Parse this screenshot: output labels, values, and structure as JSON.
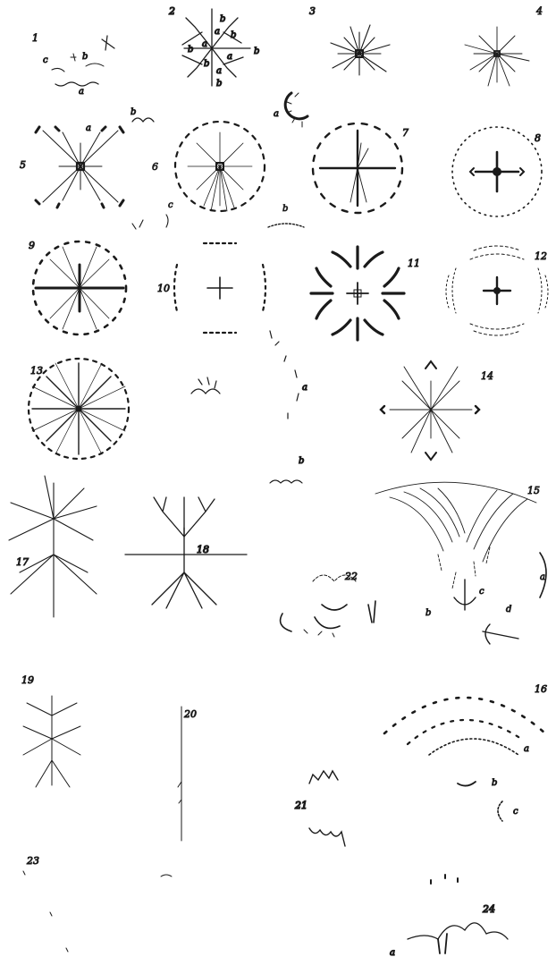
{
  "plate": {
    "ink": "#1a1a1a",
    "figures": [
      {
        "key": "f1",
        "number": "1",
        "letters": [
          "c",
          "b",
          "a"
        ]
      },
      {
        "key": "f2",
        "number": "2",
        "letters": [
          "b",
          "b",
          "a",
          "a",
          "b",
          "b",
          "a",
          "b",
          "b",
          "a"
        ]
      },
      {
        "key": "f3",
        "number": "3",
        "letters": []
      },
      {
        "key": "f4",
        "number": "4",
        "letters": []
      },
      {
        "key": "f5",
        "number": "5",
        "letters": [
          "a"
        ]
      },
      {
        "key": "f6",
        "number": "6",
        "letters": [
          "c",
          "b"
        ]
      },
      {
        "key": "f7",
        "number": "7",
        "letters": []
      },
      {
        "key": "f8",
        "number": "8",
        "letters": []
      },
      {
        "key": "f9",
        "number": "9",
        "letters": []
      },
      {
        "key": "f10",
        "number": "10",
        "letters": []
      },
      {
        "key": "f11",
        "number": "11",
        "letters": []
      },
      {
        "key": "f12",
        "number": "12",
        "letters": []
      },
      {
        "key": "f13",
        "number": "13",
        "letters": [
          "a",
          "b"
        ]
      },
      {
        "key": "f14",
        "number": "14",
        "letters": []
      },
      {
        "key": "f15",
        "number": "15",
        "letters": [
          "a",
          "b",
          "c",
          "d"
        ]
      },
      {
        "key": "f16",
        "number": "16",
        "letters": [
          "a",
          "b",
          "c"
        ]
      },
      {
        "key": "f17",
        "number": "17",
        "letters": []
      },
      {
        "key": "f18",
        "number": "18",
        "letters": []
      },
      {
        "key": "f19",
        "number": "19",
        "letters": []
      },
      {
        "key": "f20",
        "number": "20",
        "letters": []
      },
      {
        "key": "f21",
        "number": "21",
        "letters": []
      },
      {
        "key": "f22",
        "number": "22",
        "letters": []
      },
      {
        "key": "f23",
        "number": "23",
        "letters": []
      },
      {
        "key": "f24",
        "number": "24",
        "letters": [
          "a"
        ]
      }
    ]
  }
}
